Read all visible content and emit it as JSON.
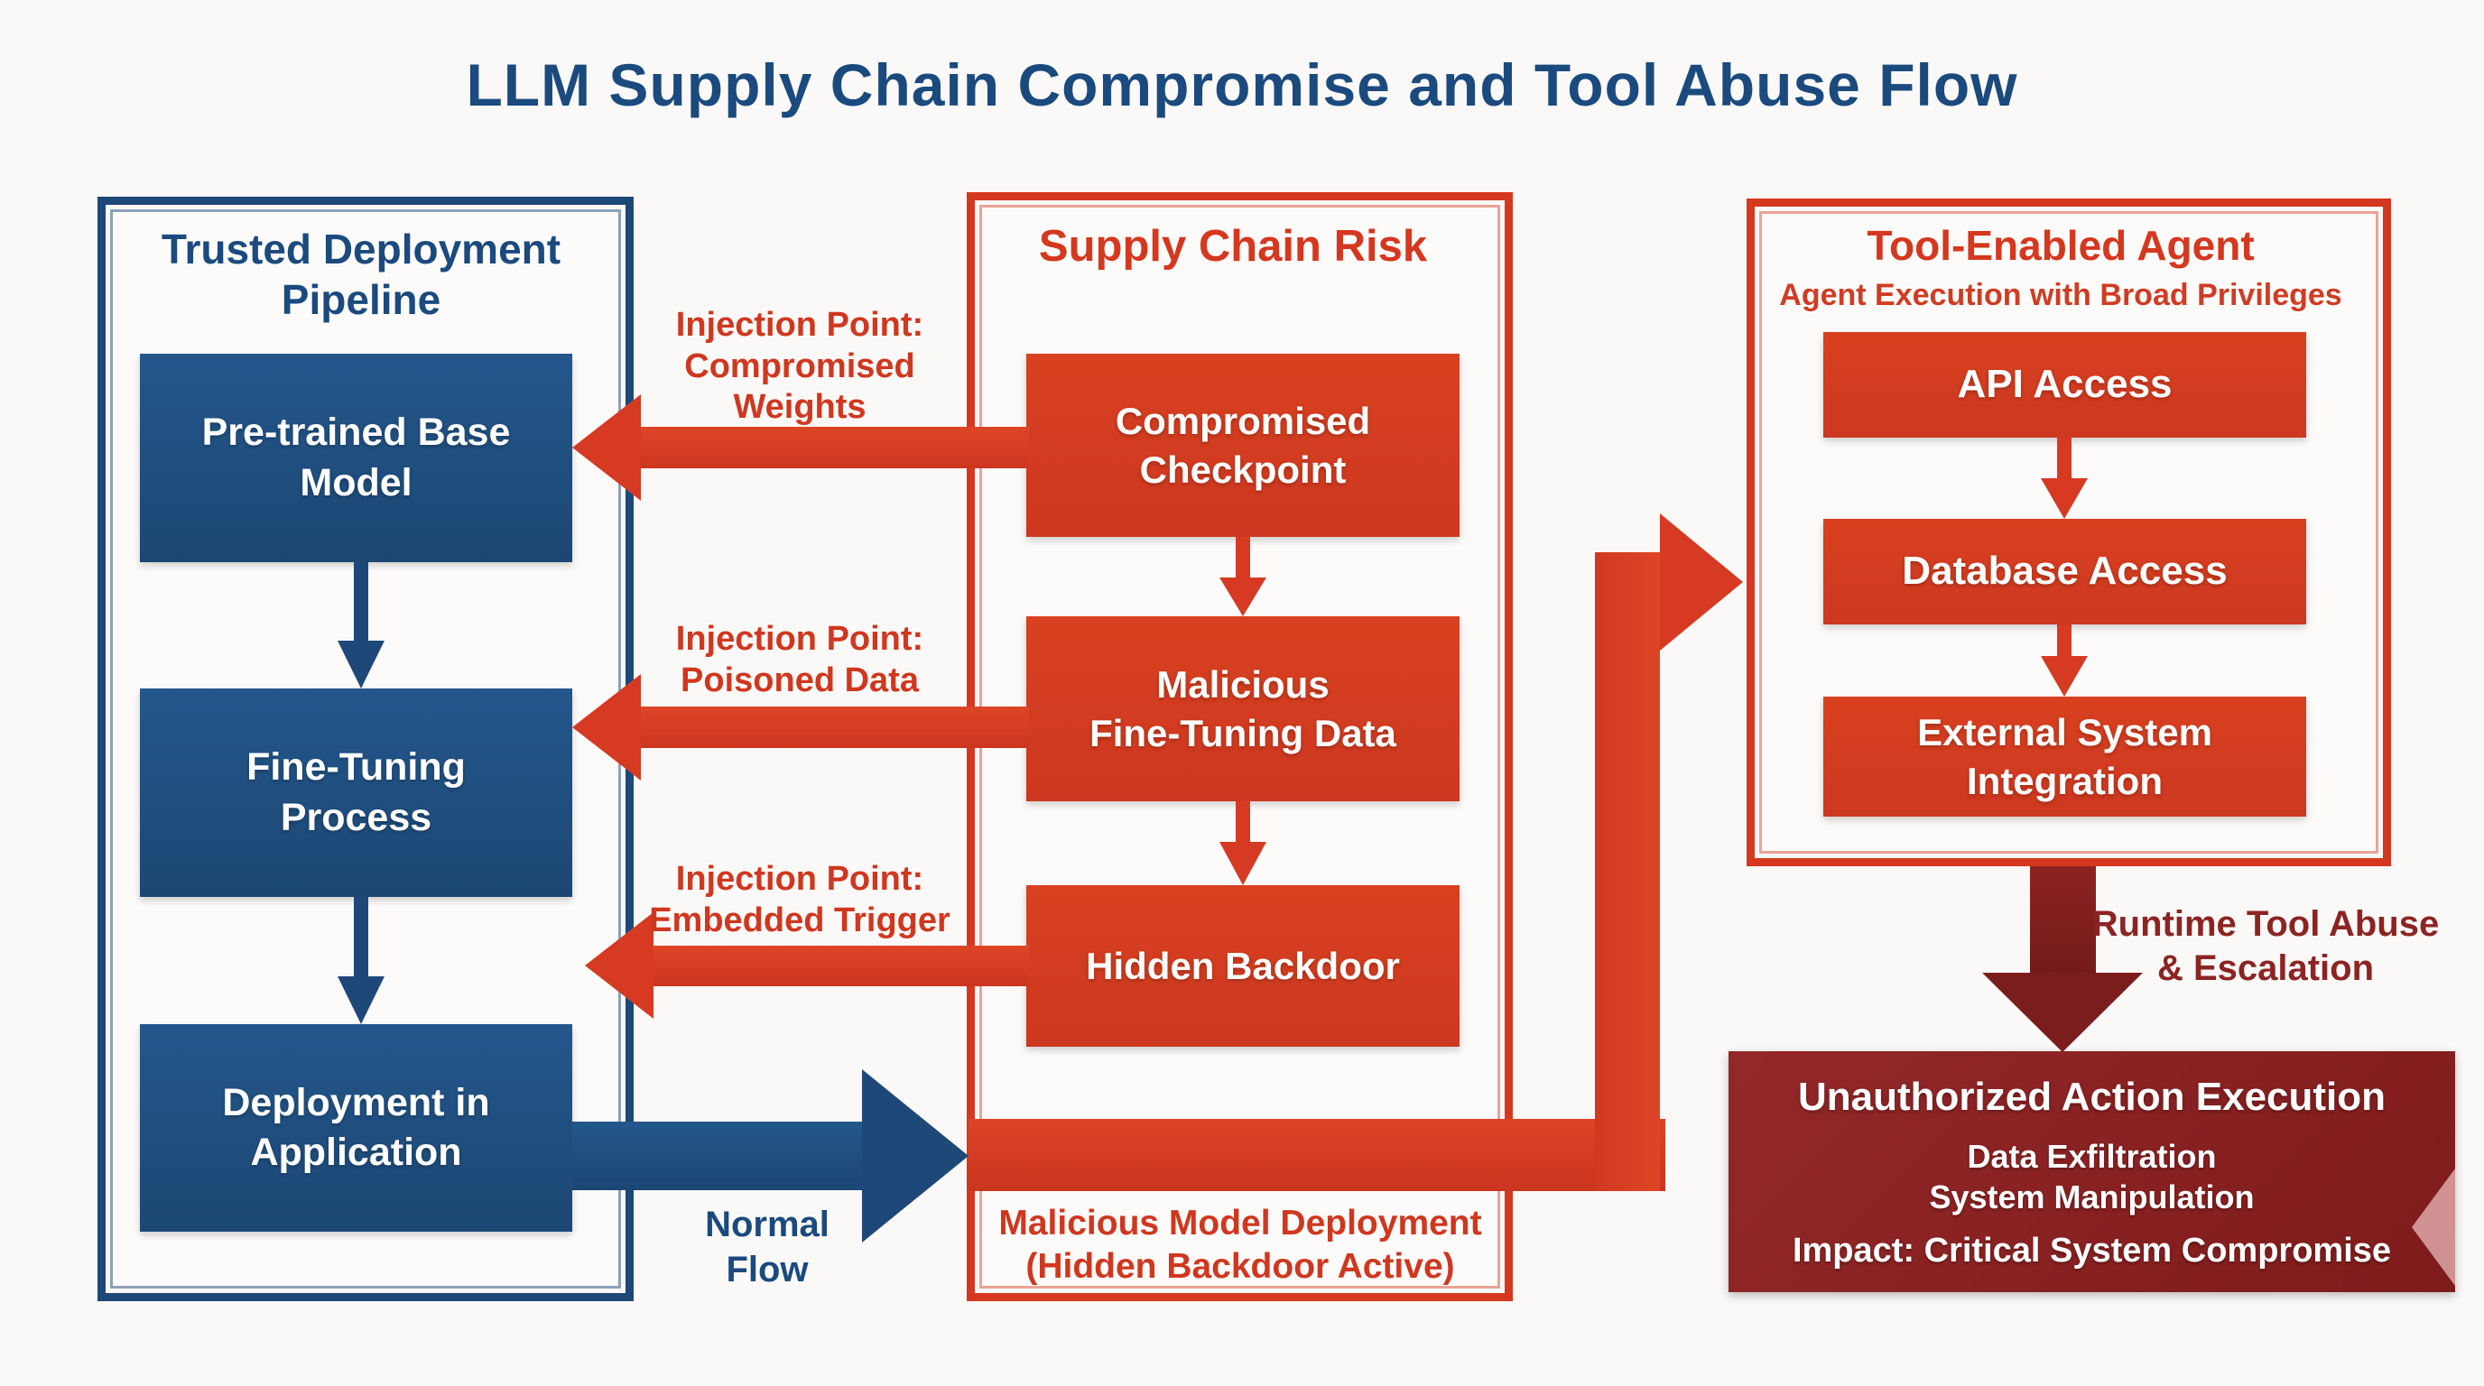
{
  "title": "LLM Supply Chain Compromise and Tool Abuse Flow",
  "colors": {
    "navy": "#1e4878",
    "red": "#d63a22",
    "maroon": "#8b2121",
    "background": "#faf9f7"
  },
  "left_panel": {
    "heading": "Trusted Deployment\nPipeline",
    "boxes": [
      {
        "label": "Pre-trained Base\nModel"
      },
      {
        "label": "Fine-Tuning\nProcess"
      },
      {
        "label": "Deployment in\nApplication"
      }
    ]
  },
  "middle_panel": {
    "heading": "Supply Chain Risk",
    "boxes": [
      {
        "label": "Compromised\nCheckpoint"
      },
      {
        "label": "Malicious\nFine-Tuning Data"
      },
      {
        "label": "Hidden Backdoor"
      }
    ],
    "injection_labels": [
      "Injection Point:\nCompromised\nWeights",
      "Injection Point:\nPoisoned Data",
      "Injection Point:\nEmbedded Trigger"
    ],
    "deployment_note": "Malicious Model Deployment\n(Hidden Backdoor Active)"
  },
  "normal_flow_label": "Normal\nFlow",
  "right_panel": {
    "heading": "Tool-Enabled Agent",
    "subtitle": "Agent Execution with Broad Privileges",
    "boxes": [
      {
        "label": "API Access"
      },
      {
        "label": "Database Access"
      },
      {
        "label": "External System\nIntegration"
      }
    ],
    "runtime_label": "Runtime Tool Abuse\n& Escalation"
  },
  "impact_box": {
    "title": "Unauthorized Action Execution",
    "effects": "Data Exfiltration\nSystem Manipulation",
    "impact": "Impact: Critical System Compromise"
  }
}
